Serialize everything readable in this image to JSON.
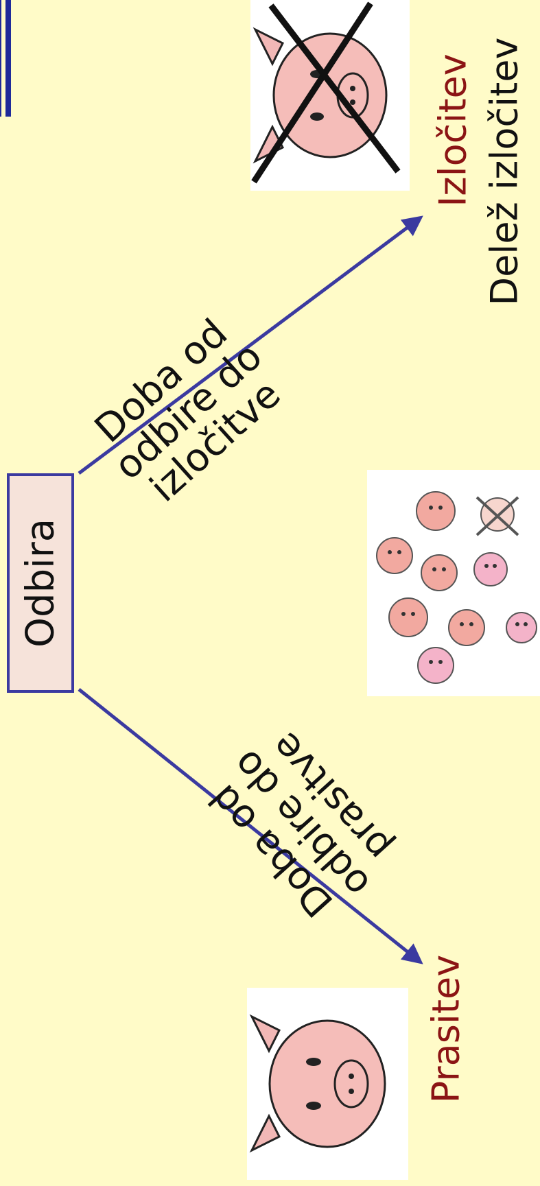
{
  "title": {
    "text": ""
  },
  "center": {
    "label": "Odbira"
  },
  "outcomes": {
    "top": {
      "label": "Izločitev",
      "sublabel": "Delež izločitev"
    },
    "bottom": {
      "label": "Prasitev"
    }
  },
  "edges": {
    "upper": {
      "lines": [
        "Doba od",
        "odbire do",
        "izločitve"
      ]
    },
    "lower": {
      "lines": [
        "Doba od",
        "odbire do",
        "prasitve"
      ]
    }
  },
  "colors": {
    "background": "#FFFBC8",
    "box_fill": "#F6E3DA",
    "accent": "#3B3AA0",
    "outcome_label": "#8B1414"
  },
  "icons": [
    "pig-crossed-icon",
    "pig-herd-icon",
    "pig-icon"
  ]
}
